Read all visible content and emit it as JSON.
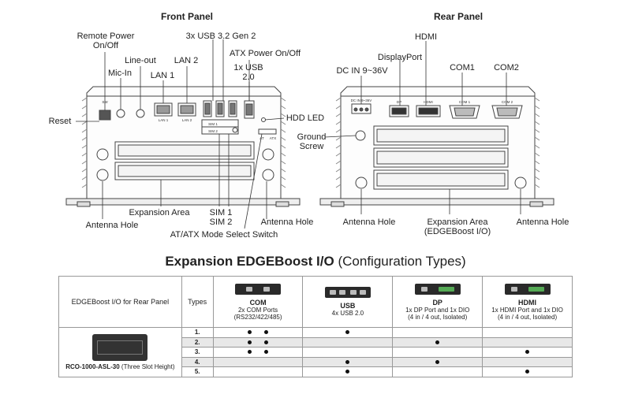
{
  "front_panel": {
    "title": "Front Panel",
    "labels": {
      "remote_power": "Remote Power",
      "remote_power2": "On/Off",
      "usb": "3x USB 3.2 Gen 2",
      "atx_power": "ATX Power On/Off",
      "line_out": "Line-out",
      "lan2": "LAN 2",
      "usb20": "1x USB",
      "usb20b": "2.0",
      "mic_in": "Mic-In",
      "lan1": "LAN 1",
      "reset": "Reset",
      "hdd_led": "HDD LED",
      "expansion": "Expansion Area",
      "sim1": "SIM 1",
      "sim2": "SIM 2",
      "antenna_left": "Antenna Hole",
      "antenna_right": "Antenna Hole",
      "atx_switch": "AT/ATX Mode Select Switch"
    },
    "silk": {
      "sw": "SW",
      "lan1": "LAN 1",
      "lan2": "LAN 2",
      "sim1": "SIM 1",
      "sim2": "SIM 2",
      "at": "AT",
      "atx": "ATX"
    }
  },
  "rear_panel": {
    "title": "Rear Panel",
    "labels": {
      "hdmi": "HDMI",
      "displayport": "DisplayPort",
      "dc_in": "DC IN 9~36V",
      "com1": "COM1",
      "com2": "COM2",
      "ground": "Ground",
      "ground2": "Screw",
      "antenna_left": "Antenna Hole",
      "expansion": "Expansion Area",
      "expansion2": "(EDGEBoost I/O)",
      "antenna_right": "Antenna Hole"
    },
    "silk": {
      "dc": "DC IN 9~36V",
      "dp": "DP",
      "hdmi": "HDMI",
      "com1": "COM 1",
      "com2": "COM 2"
    }
  },
  "config": {
    "title_bold": "Expansion EDGEBoost I/O",
    "title_rest": "(Configuration Types)",
    "col_header": "EDGEBoost I/O for Rear Panel",
    "types_header": "Types",
    "columns": [
      {
        "name": "COM",
        "line1": "2x COM Ports",
        "line2": "(RS232/422/485)"
      },
      {
        "name": "USB",
        "line1": "4x USB 2.0",
        "line2": ""
      },
      {
        "name": "DP",
        "line1": "1x DP Port and 1x DIO",
        "line2": "(4 in / 4 out, Isolated)"
      },
      {
        "name": "HDMI",
        "line1": "1x HDMI Port and 1x DIO",
        "line2": "(4 in / 4 out, Isolated)"
      }
    ],
    "model": "RCO-1000-ASL-30",
    "model_note": "(Three Slot Height)",
    "rows": [
      {
        "type": "1.",
        "com": 2,
        "usb": 1,
        "dp": 0,
        "hdmi": 0
      },
      {
        "type": "2.",
        "com": 2,
        "usb": 0,
        "dp": 1,
        "hdmi": 0
      },
      {
        "type": "3.",
        "com": 2,
        "usb": 0,
        "dp": 0,
        "hdmi": 1
      },
      {
        "type": "4.",
        "com": 0,
        "usb": 1,
        "dp": 1,
        "hdmi": 0
      },
      {
        "type": "5.",
        "com": 0,
        "usb": 1,
        "dp": 0,
        "hdmi": 1
      }
    ]
  }
}
